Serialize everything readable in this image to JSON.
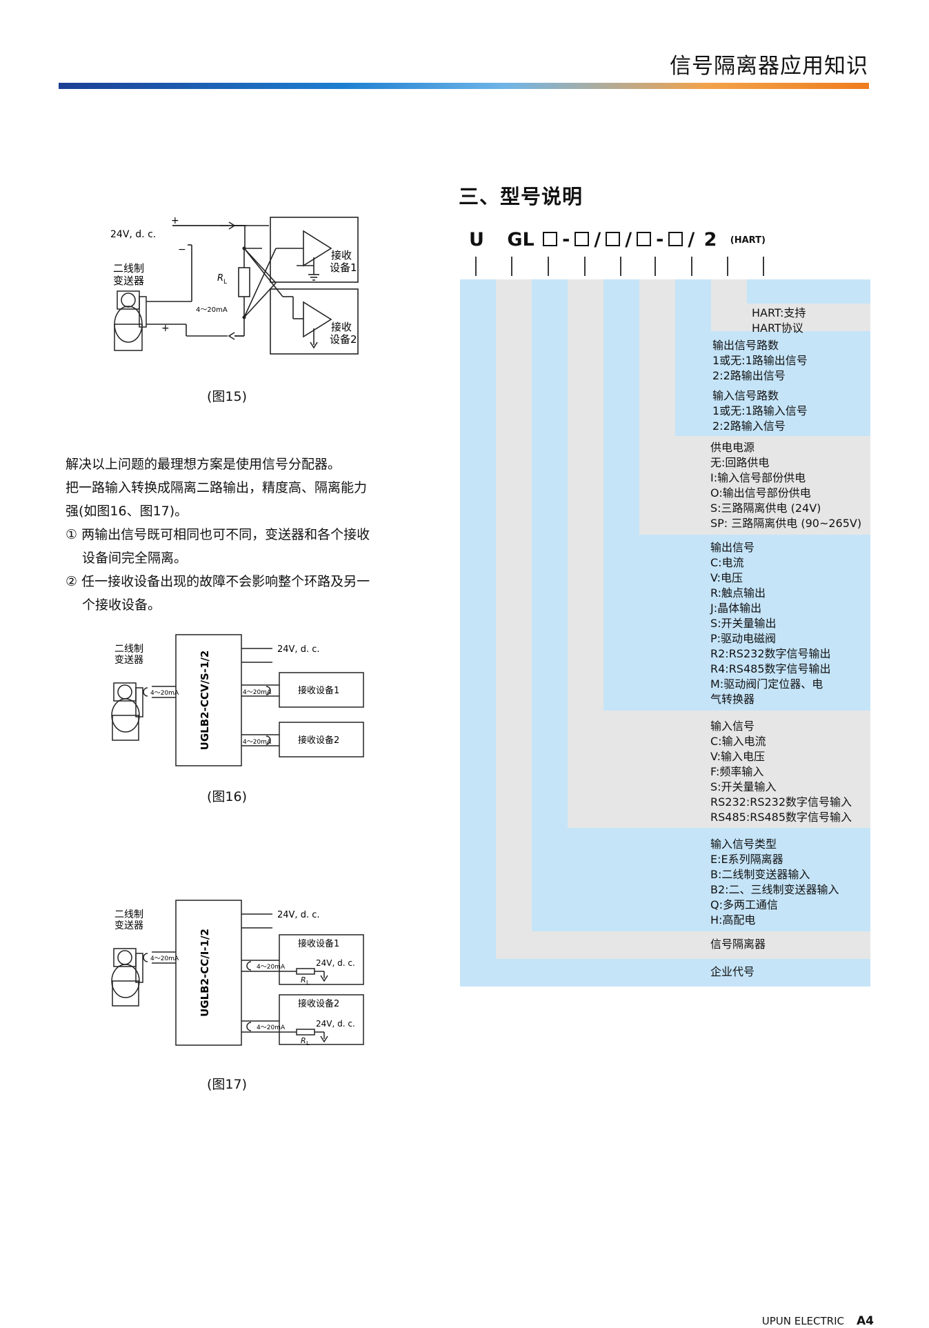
{
  "header": {
    "title": "信号隔离器应用知识",
    "accent_colors": [
      "#1b3f95",
      "#1d7fd1",
      "#6fb5e8",
      "#f2a24a",
      "#ef7d1f"
    ]
  },
  "fig15": {
    "caption": "(图15)",
    "supply": "24V, d. c.",
    "plus": "+",
    "minus": "−",
    "transmitter": [
      "二线制",
      "变送器"
    ],
    "resistor": "R",
    "resistor_sub": "L",
    "current": "4～20mA",
    "receiver1": [
      "接收",
      "设备1"
    ],
    "receiver2": [
      "接收",
      "设备2"
    ]
  },
  "body_text": {
    "line1": "解决以上问题的最理想方案是使用信号分配器。",
    "line2": "把一路输入转换成隔离二路输出，精度高、隔离能力",
    "line3": "强(如图16、图17)。",
    "item1_a": "① 两输出信号既可相同也可不同，变送器和各个接收",
    "item1_b": "设备间完全隔离。",
    "item2_a": "② 任一接收设备出现的故障不会影响整个环路及另一",
    "item2_b": "个接收设备。"
  },
  "fig16": {
    "caption": "(图16)",
    "device": "UGLB2-CCV/S-1/2",
    "supply": "24V, d. c.",
    "transmitter": [
      "二线制",
      "变送器"
    ],
    "current": "4～20mA",
    "receiver1": "接收设备1",
    "receiver2": "接收设备2"
  },
  "fig17": {
    "caption": "(图17)",
    "device": "UGLB2-CC/I-1/2",
    "supply": "24V, d. c.",
    "transmitter": [
      "二线制",
      "变送器"
    ],
    "current": "4～20mA",
    "receiver1": "接收设备1",
    "receiver2": "接收设备2",
    "resistor": "R",
    "resistor_sub": "L"
  },
  "model": {
    "section_title": "三、型号说明",
    "prefix1": "U",
    "prefix2": "GL",
    "suffix": "2",
    "hart_tag": "(HART)",
    "col_colors": [
      "#c5e4f8",
      "#e6e6e6"
    ],
    "descriptions": [
      {
        "lines": [
          "HART:支持",
          "     HART协议"
        ]
      },
      {
        "lines": [
          "输出信号路数",
          "1或无:1路输出信号",
          "2:2路输出信号"
        ]
      },
      {
        "lines": [
          "输入信号路数",
          "1或无:1路输入信号",
          "2:2路输入信号"
        ]
      },
      {
        "lines": [
          "供电电源",
          "无:回路供电",
          "I:输入信号部份供电",
          "O:输出信号部份供电",
          "S:三路隔离供电 (24V)",
          "SP: 三路隔离供电 (90~265V)"
        ]
      },
      {
        "lines": [
          "输出信号",
          "C:电流",
          "V:电压",
          "R:触点输出",
          "J:晶体输出",
          "S:开关量输出",
          "P:驱动电磁阀",
          "R2:RS232数字信号输出",
          "R4:RS485数字信号输出",
          "M:驱动阀门定位器、电",
          "   气转换器"
        ]
      },
      {
        "lines": [
          "输入信号",
          "C:输入电流",
          "V:输入电压",
          "F:频率输入",
          "S:开关量输入",
          "RS232:RS232数字信号输入",
          "RS485:RS485数字信号输入"
        ]
      },
      {
        "lines": [
          "输入信号类型",
          "E:E系列隔离器",
          "B:二线制变送器输入",
          "B2:二、三线制变送器输入",
          "Q:多两工通信",
          "H:高配电"
        ]
      },
      {
        "lines": [
          "信号隔离器"
        ]
      },
      {
        "lines": [
          "企业代号"
        ]
      }
    ]
  },
  "footer": {
    "brand": "UPUN ELECTRIC",
    "page": "A4"
  }
}
